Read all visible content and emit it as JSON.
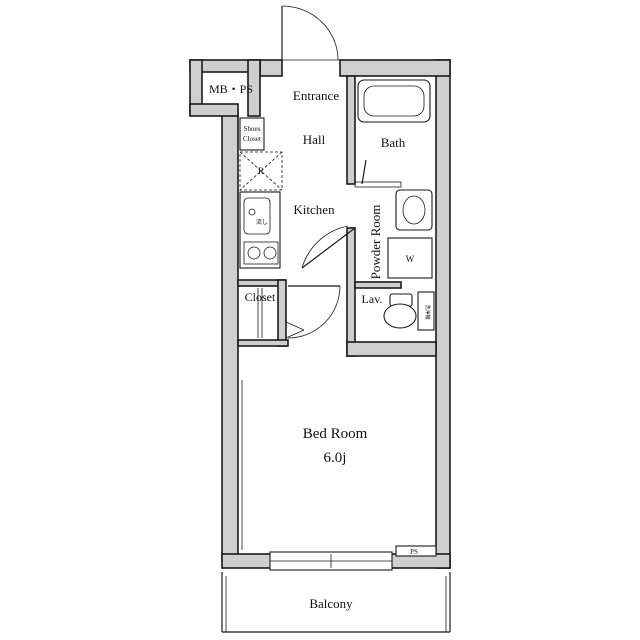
{
  "rooms": {
    "mbps": "MB・PS",
    "entrance": "Entrance",
    "hall": "Hall",
    "bath": "Bath",
    "shoes_line1": "Shoes",
    "shoes_line2": "Closet",
    "kitchen": "Kitchen",
    "powder_room": "Powder Room",
    "washer": "W",
    "closet": "Closet",
    "lav": "Lav.",
    "bedroom": "Bed Room",
    "bedroom_size": "6.0j",
    "ps": "PS",
    "balcony": "Balcony",
    "fridge": "R",
    "sink_label": "流し",
    "toilet_label": "洗浄機"
  }
}
